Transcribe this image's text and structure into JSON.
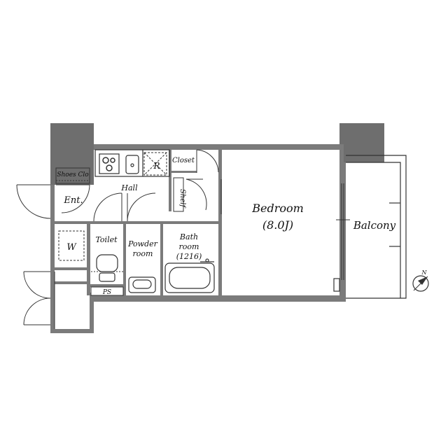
{
  "floorplan": {
    "rooms": {
      "shoes_closet": "Shoes Clo",
      "entrance": "Ent.",
      "hall": "Hall",
      "refrigerator": "R",
      "closet": "Closet",
      "shelf": "Shelf",
      "washer": "W",
      "toilet": "Toilet",
      "powder_line1": "Powder",
      "powder_line2": "room",
      "bath_line1": "Bath",
      "bath_line2": "room",
      "bath_size": "(1216)",
      "pipe_space": "PS",
      "bedroom": "Bedroom",
      "bedroom_size": "(8.0J)",
      "balcony": "Balcony"
    },
    "compass": {
      "north_label": "N"
    },
    "colors": {
      "wall": "#7b7b7b",
      "pillar": "#6e6e6e",
      "line": "#333333"
    }
  }
}
